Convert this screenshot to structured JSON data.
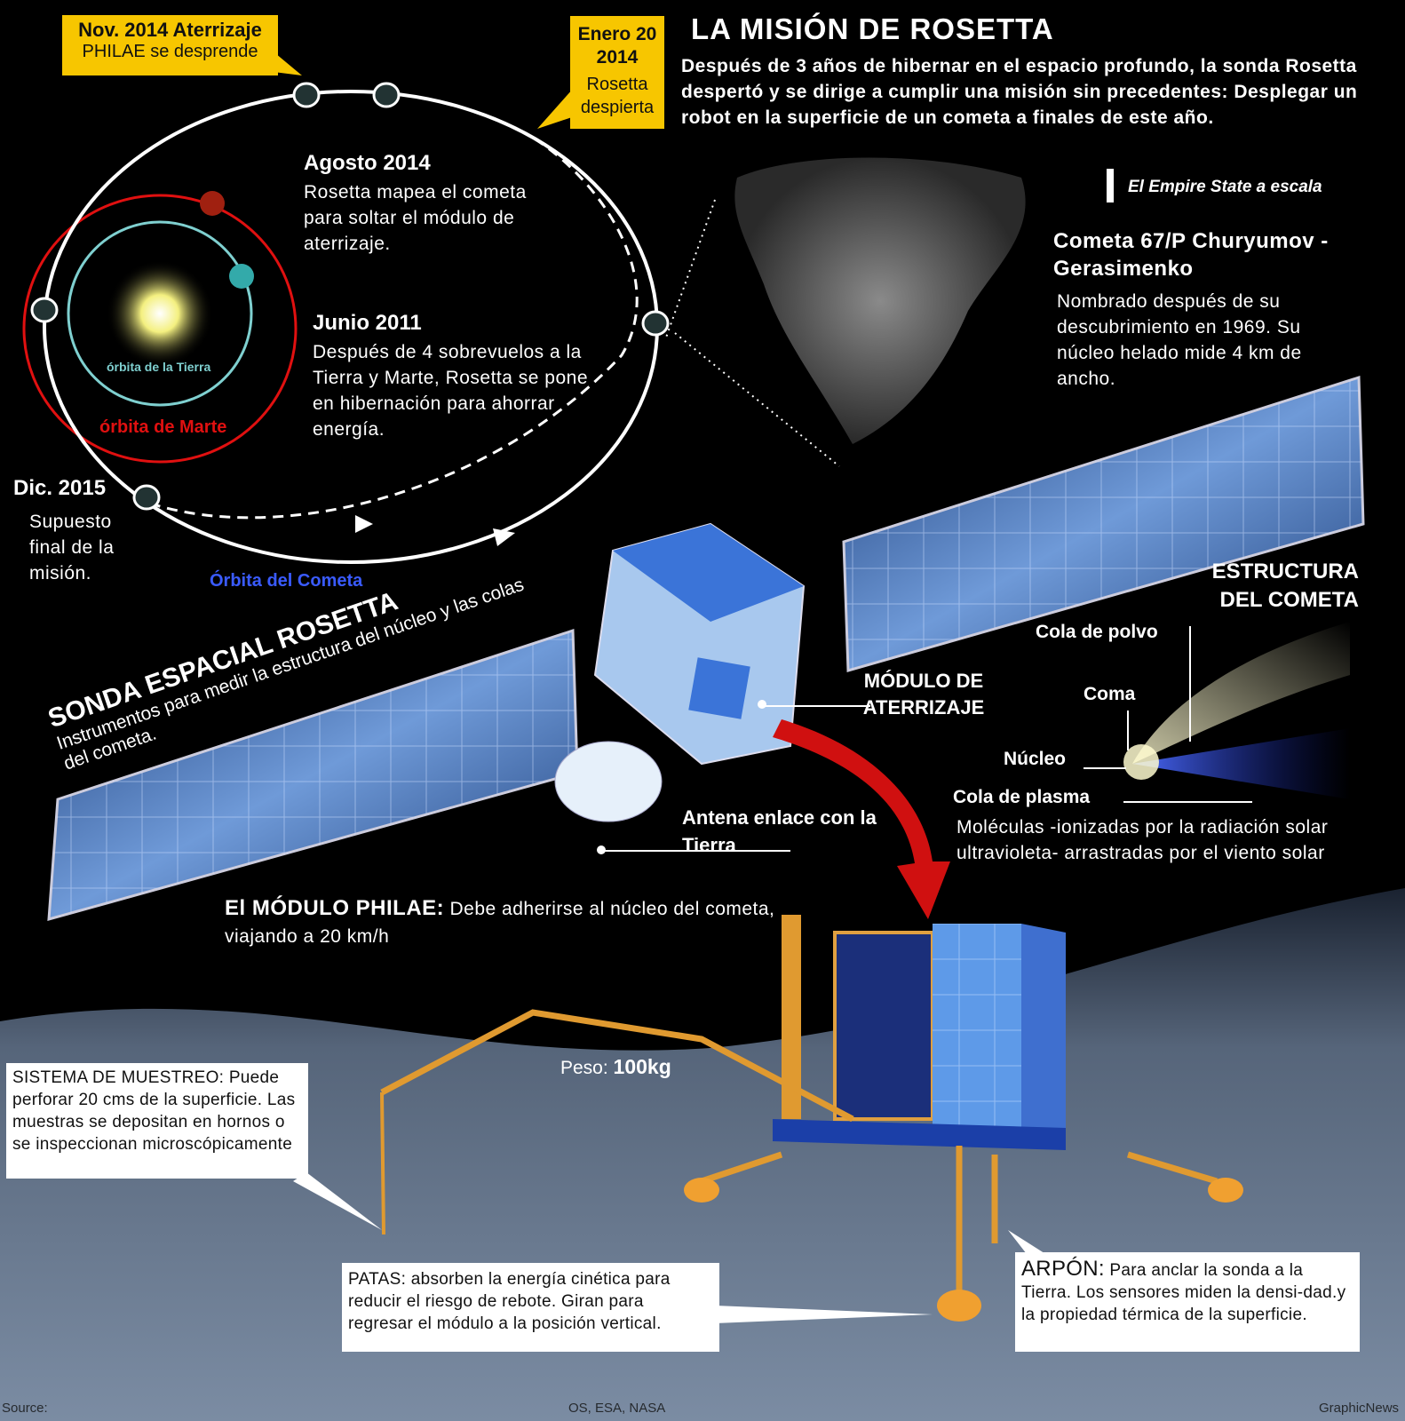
{
  "title": "LA MISIÓN DE ROSETTA",
  "intro": "Después de 3 años de hibernar en el espacio profundo, la sonda Rosetta despertó y se dirige a cumplir una misión sin precedentes: Desplegar un robot en la superficie de un cometa a finales de este año.",
  "timeline": {
    "nov2014": {
      "title": "Nov. 2014 Aterrizaje",
      "text": "PHILAE se desprende"
    },
    "ene2014": {
      "title": "Enero 20 2014",
      "text": "Rosetta despierta"
    },
    "ago2014": {
      "title": "Agosto 2014",
      "text": "Rosetta mapea el cometa para soltar el módulo de aterrizaje."
    },
    "jun2011": {
      "title": "Junio 2011",
      "text": "Después de 4 sobrevuelos a la Tierra y Marte, Rosetta se pone en hibernación para ahorrar energía."
    },
    "dic2015": {
      "title": "Dic. 2015",
      "text": "Supuesto final de la misión."
    }
  },
  "orbits": {
    "earth": "órbita de la Tierra",
    "mars": "órbita de Marte",
    "comet": "Órbita del Cometa"
  },
  "comet": {
    "scale_note": "El Empire State a escala",
    "name": "Cometa 67/P Churyumov -Gerasimenko",
    "text": "Nombrado después de su descubrimiento en 1969. Su núcleo helado mide 4 km de ancho."
  },
  "probe": {
    "title": "SONDA ESPACIAL ROSETTA",
    "text": "Instrumentos para medir la estructura del núcleo y las colas del cometa.",
    "lander_label": "MÓDULO DE ATERRIZAJE",
    "antenna_label": "Antena enlace con la Tierra"
  },
  "structure": {
    "title": "ESTRUCTURA DEL COMETA",
    "dust_tail": "Cola de polvo",
    "coma": "Coma",
    "nucleus": "Núcleo",
    "plasma_tail": "Cola de plasma",
    "plasma_text": "Moléculas -ionizadas por la radiación solar ultravioleta- arrastradas por el viento solar"
  },
  "philae": {
    "title": "El MÓDULO PHILAE:",
    "text": "Debe adherirse al núcleo del cometa, viajando a 20 km/h",
    "weight_label": "Peso:",
    "weight_value": "100kg",
    "sampling": "SISTEMA DE MUESTREO: Puede perforar 20 cms de la superficie. Las muestras se depositan en hornos o se inspeccionan microscópicamente",
    "legs": "PATAS: absorben la energía cinética para reducir el riesgo de rebote. Giran para regresar el módulo a la posición vertical.",
    "harpoon_title": "ARPÓN:",
    "harpoon_text": "Para anclar la sonda a la Tierra. Los sensores miden la densi-dad.y la propiedad térmica de la superficie."
  },
  "credits": {
    "source": "Source:",
    "agencies": "OS, ESA, NASA",
    "publisher": "GraphicNews"
  },
  "colors": {
    "callout_yellow": "#f7c600",
    "mars_orbit": "#e01010",
    "earth_orbit": "#7fd0d0",
    "comet_orbit_label": "#3a5bff",
    "arrow_red": "#d01010",
    "panel_blue": "#2a5fb0"
  }
}
